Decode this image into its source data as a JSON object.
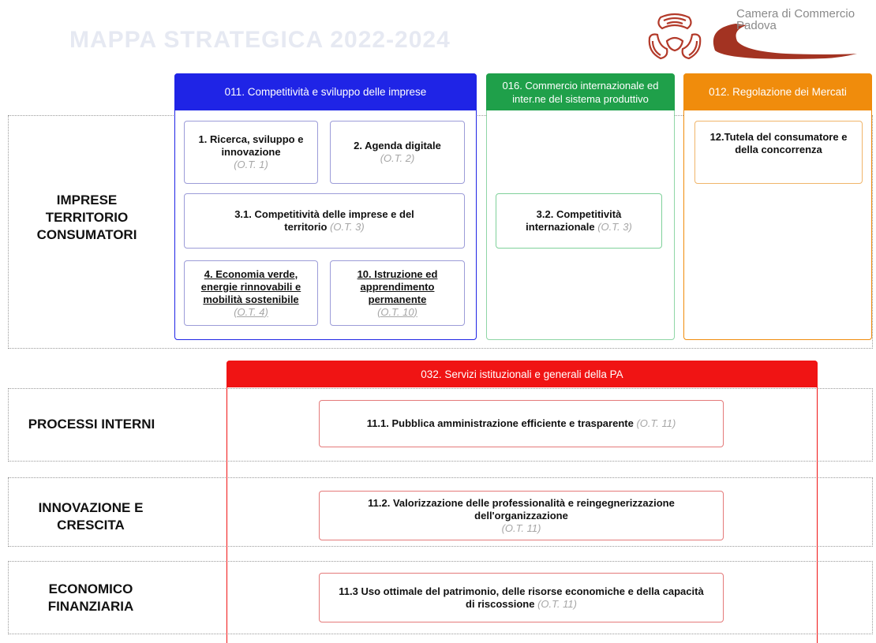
{
  "header": {
    "faded_title": "MAPPA STRATEGICA 2022-2024",
    "logo_line1": "Camera di Commercio",
    "logo_line2": "Padova"
  },
  "colors": {
    "blue": "#1f24e6",
    "green": "#1fa04a",
    "orange": "#f08c0c",
    "red": "#f01414"
  },
  "rows": {
    "imprese": "IMPRESE TERRITORIO CONSUMATORI",
    "processi": "PROCESSI INTERNI",
    "innovazione": "INNOVAZIONE E CRESCITA",
    "economico": "ECONOMICO FINANZIARIA"
  },
  "missions": {
    "m011": "011. Competitività e sviluppo delle imprese",
    "m016": "016. Commercio internazionale ed inter.ne del sistema produttivo",
    "m012": "012. Regolazione dei Mercati",
    "m032": "032. Servizi istituzionali e generali della PA"
  },
  "objectives": {
    "o1": {
      "label": "1. Ricerca, sviluppo e innovazione",
      "ot": "(O.T. 1)"
    },
    "o2": {
      "label": "2. Agenda digitale",
      "ot": "(O.T. 2)"
    },
    "o31": {
      "label": "3.1.  Competitività delle imprese e del territorio",
      "ot": "(O.T. 3)"
    },
    "o4": {
      "label": "4. Economia verde, energie rinnovabili e mobilità sostenibile",
      "ot": "(O.T. 4)"
    },
    "o10": {
      "label": "10. Istruzione ed apprendimento permanente",
      "ot": "(O.T. 10)"
    },
    "o32": {
      "label": "3.2. Competitività internazionale",
      "ot": "(O.T. 3)"
    },
    "o12": {
      "label": "12.Tutela del consumatore e della concorrenza"
    },
    "o111": {
      "label": "11.1. Pubblica amministrazione efficiente e trasparente",
      "ot": "(O.T. 11)"
    },
    "o112": {
      "label": "11.2. Valorizzazione delle professionalità e reingegnerizzazione dell'organizzazione",
      "ot": "(O.T. 11)"
    },
    "o113": {
      "label": "11.3 Uso ottimale del patrimonio, delle risorse economiche e della capacità di riscossione",
      "ot": "(O.T. 11)"
    }
  }
}
